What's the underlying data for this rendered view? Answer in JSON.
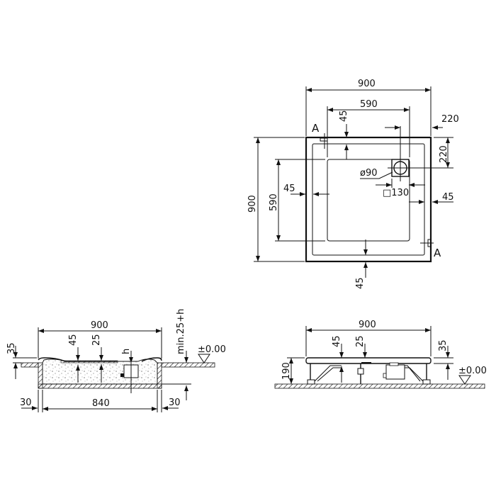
{
  "plan_view": {
    "overall_width": "900",
    "inner_width": "590",
    "overall_depth": "900",
    "inner_depth": "590",
    "rim_top": "45",
    "rim_left": "45",
    "rim_right": "45",
    "rim_bottom": "45",
    "drain_offset_right": "220",
    "drain_offset_top": "220",
    "drain_diameter": "ø90",
    "drain_square": "□130",
    "section_marker_top": "A",
    "section_marker_bottom": "A"
  },
  "section_installed": {
    "overall_width": "900",
    "inner_width": "840",
    "left_wall": "30",
    "right_wall": "30",
    "rim_height": "35",
    "dim_45": "45",
    "dim_25": "25",
    "drain_h": "h",
    "min_depth": "min.25+h",
    "floor_level": "±0.00"
  },
  "section_legs": {
    "overall_width": "900",
    "total_height": "190",
    "dim_45": "45",
    "dim_25": "25",
    "rim_height": "35",
    "floor_level": "±0.00"
  }
}
